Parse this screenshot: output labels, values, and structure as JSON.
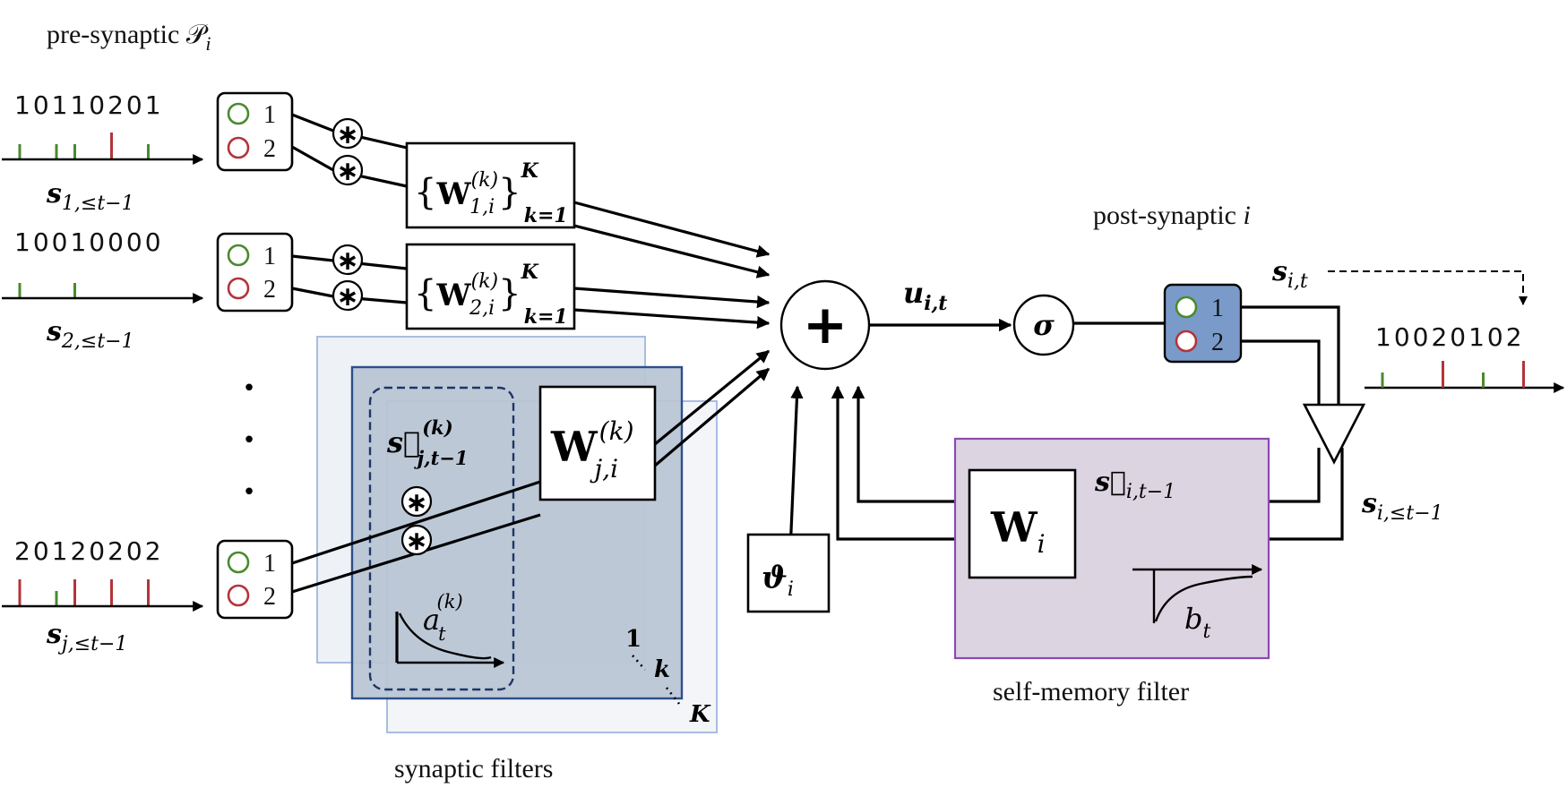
{
  "labels": {
    "presynaptic": "pre-synaptic 𝒫",
    "presynaptic_sub": "i",
    "postsynaptic": "post-synaptic ",
    "postsynaptic_sub": "i",
    "synaptic_filters": "synaptic filters",
    "self_memory_filter": "self-memory filter"
  },
  "inputs": [
    {
      "sequence": "10110201",
      "spikes": [
        1,
        0,
        1,
        1,
        0,
        2,
        0,
        1
      ],
      "signal": "s",
      "signal_sub": "1,≤t−1",
      "weight": "W",
      "weight_sup": "(k)",
      "weight_sub": "1,i",
      "set_sup": "K",
      "set_sub": "k=1"
    },
    {
      "sequence": "10010000",
      "spikes": [
        1,
        0,
        0,
        1,
        0,
        0,
        0,
        0
      ],
      "signal": "s",
      "signal_sub": "2,≤t−1",
      "weight": "W",
      "weight_sup": "(k)",
      "weight_sub": "2,i",
      "set_sup": "K",
      "set_sub": "k=1"
    },
    {
      "sequence": "20120202",
      "spikes": [
        2,
        0,
        1,
        2,
        0,
        2,
        0,
        2
      ],
      "signal": "s",
      "signal_sub": "j,≤t−1",
      "weight": "W",
      "weight_sup": "(k)",
      "weight_sub": "j,i"
    }
  ],
  "ellipsis": "•",
  "channels": [
    "1",
    "2"
  ],
  "conv_symbol": "∗",
  "sum_symbol": "+",
  "filter_detail": {
    "trace": "s⃗",
    "trace_sup": "(k)",
    "trace_sub": "j,t−1",
    "kernel": "a",
    "kernel_sup": "(k)",
    "kernel_sub": "t",
    "stack_first": "1",
    "stack_mid": "k",
    "stack_last": "K"
  },
  "bias": {
    "symbol": "ϑ",
    "sub": "i"
  },
  "membrane": {
    "symbol": "u",
    "sub": "i,t"
  },
  "activation": "σ",
  "output": {
    "sequence": "10020102",
    "spikes": [
      1,
      0,
      0,
      2,
      0,
      1,
      0,
      2
    ],
    "signal": "s",
    "signal_sub": "i,t",
    "history": "s",
    "history_sub": "i,≤t−1"
  },
  "self_memory": {
    "weight": "W",
    "weight_sub": "i",
    "trace": "s⃖",
    "trace_sub": "i,t−1",
    "kernel": "b",
    "kernel_sub": "t"
  },
  "colors": {
    "green": "#4a8a2e",
    "red": "#b3343a",
    "filter_front": "#b8c4d4",
    "filter_border": "#2d4f8a",
    "filter_back": "#eef1f6",
    "filter_back_border": "#a9bde0",
    "memory_fill": "#ddd4e2",
    "memory_border": "#8c48b4",
    "out_box": "#7a9bc9"
  }
}
